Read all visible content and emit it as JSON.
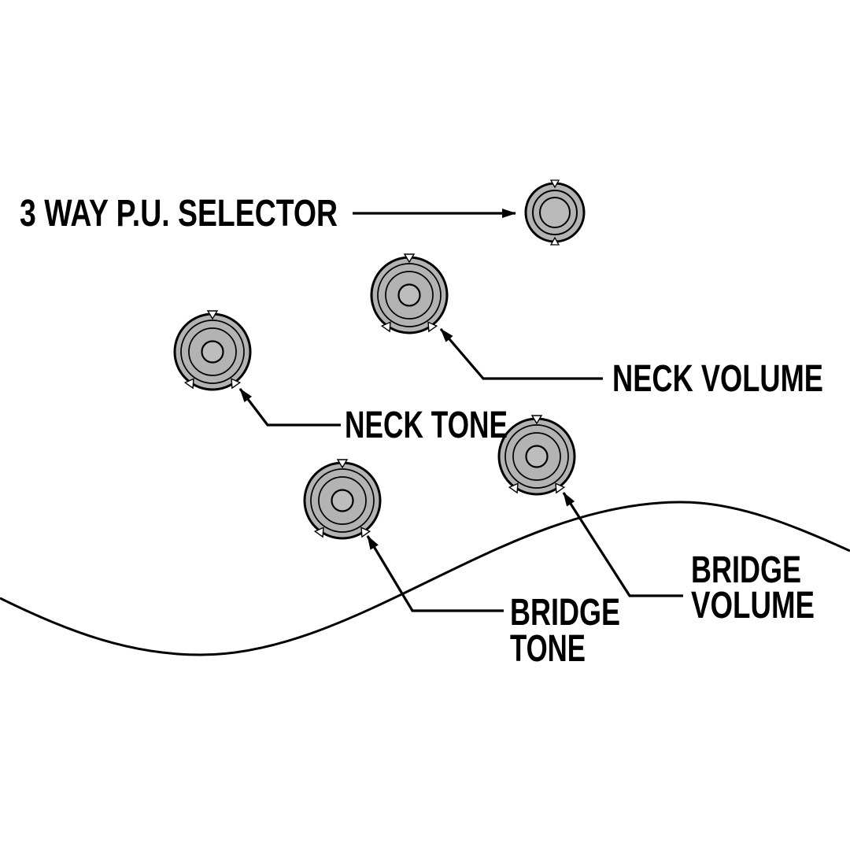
{
  "diagram": {
    "type": "guitar-controls-callout-diagram",
    "labels": {
      "selector": "3 WAY P.U. SELECTOR",
      "neck_volume": "NECK VOLUME",
      "neck_tone": "NECK TONE",
      "bridge_volume_line1": "BRIDGE",
      "bridge_volume_line2": "VOLUME",
      "bridge_tone_line1": "BRIDGE",
      "bridge_tone_line2": "TONE"
    },
    "knobs": [
      {
        "name": "3-way-pickup-selector-switch"
      },
      {
        "name": "neck-volume-knob"
      },
      {
        "name": "neck-tone-knob"
      },
      {
        "name": "bridge-volume-knob"
      },
      {
        "name": "bridge-tone-knob"
      }
    ],
    "colors": {
      "background": "#ffffff",
      "knob_fill": "#b3b3b3",
      "knob_center_fill": "#bdbdbd",
      "line_color": "#000000",
      "text_color": "#000000"
    }
  }
}
